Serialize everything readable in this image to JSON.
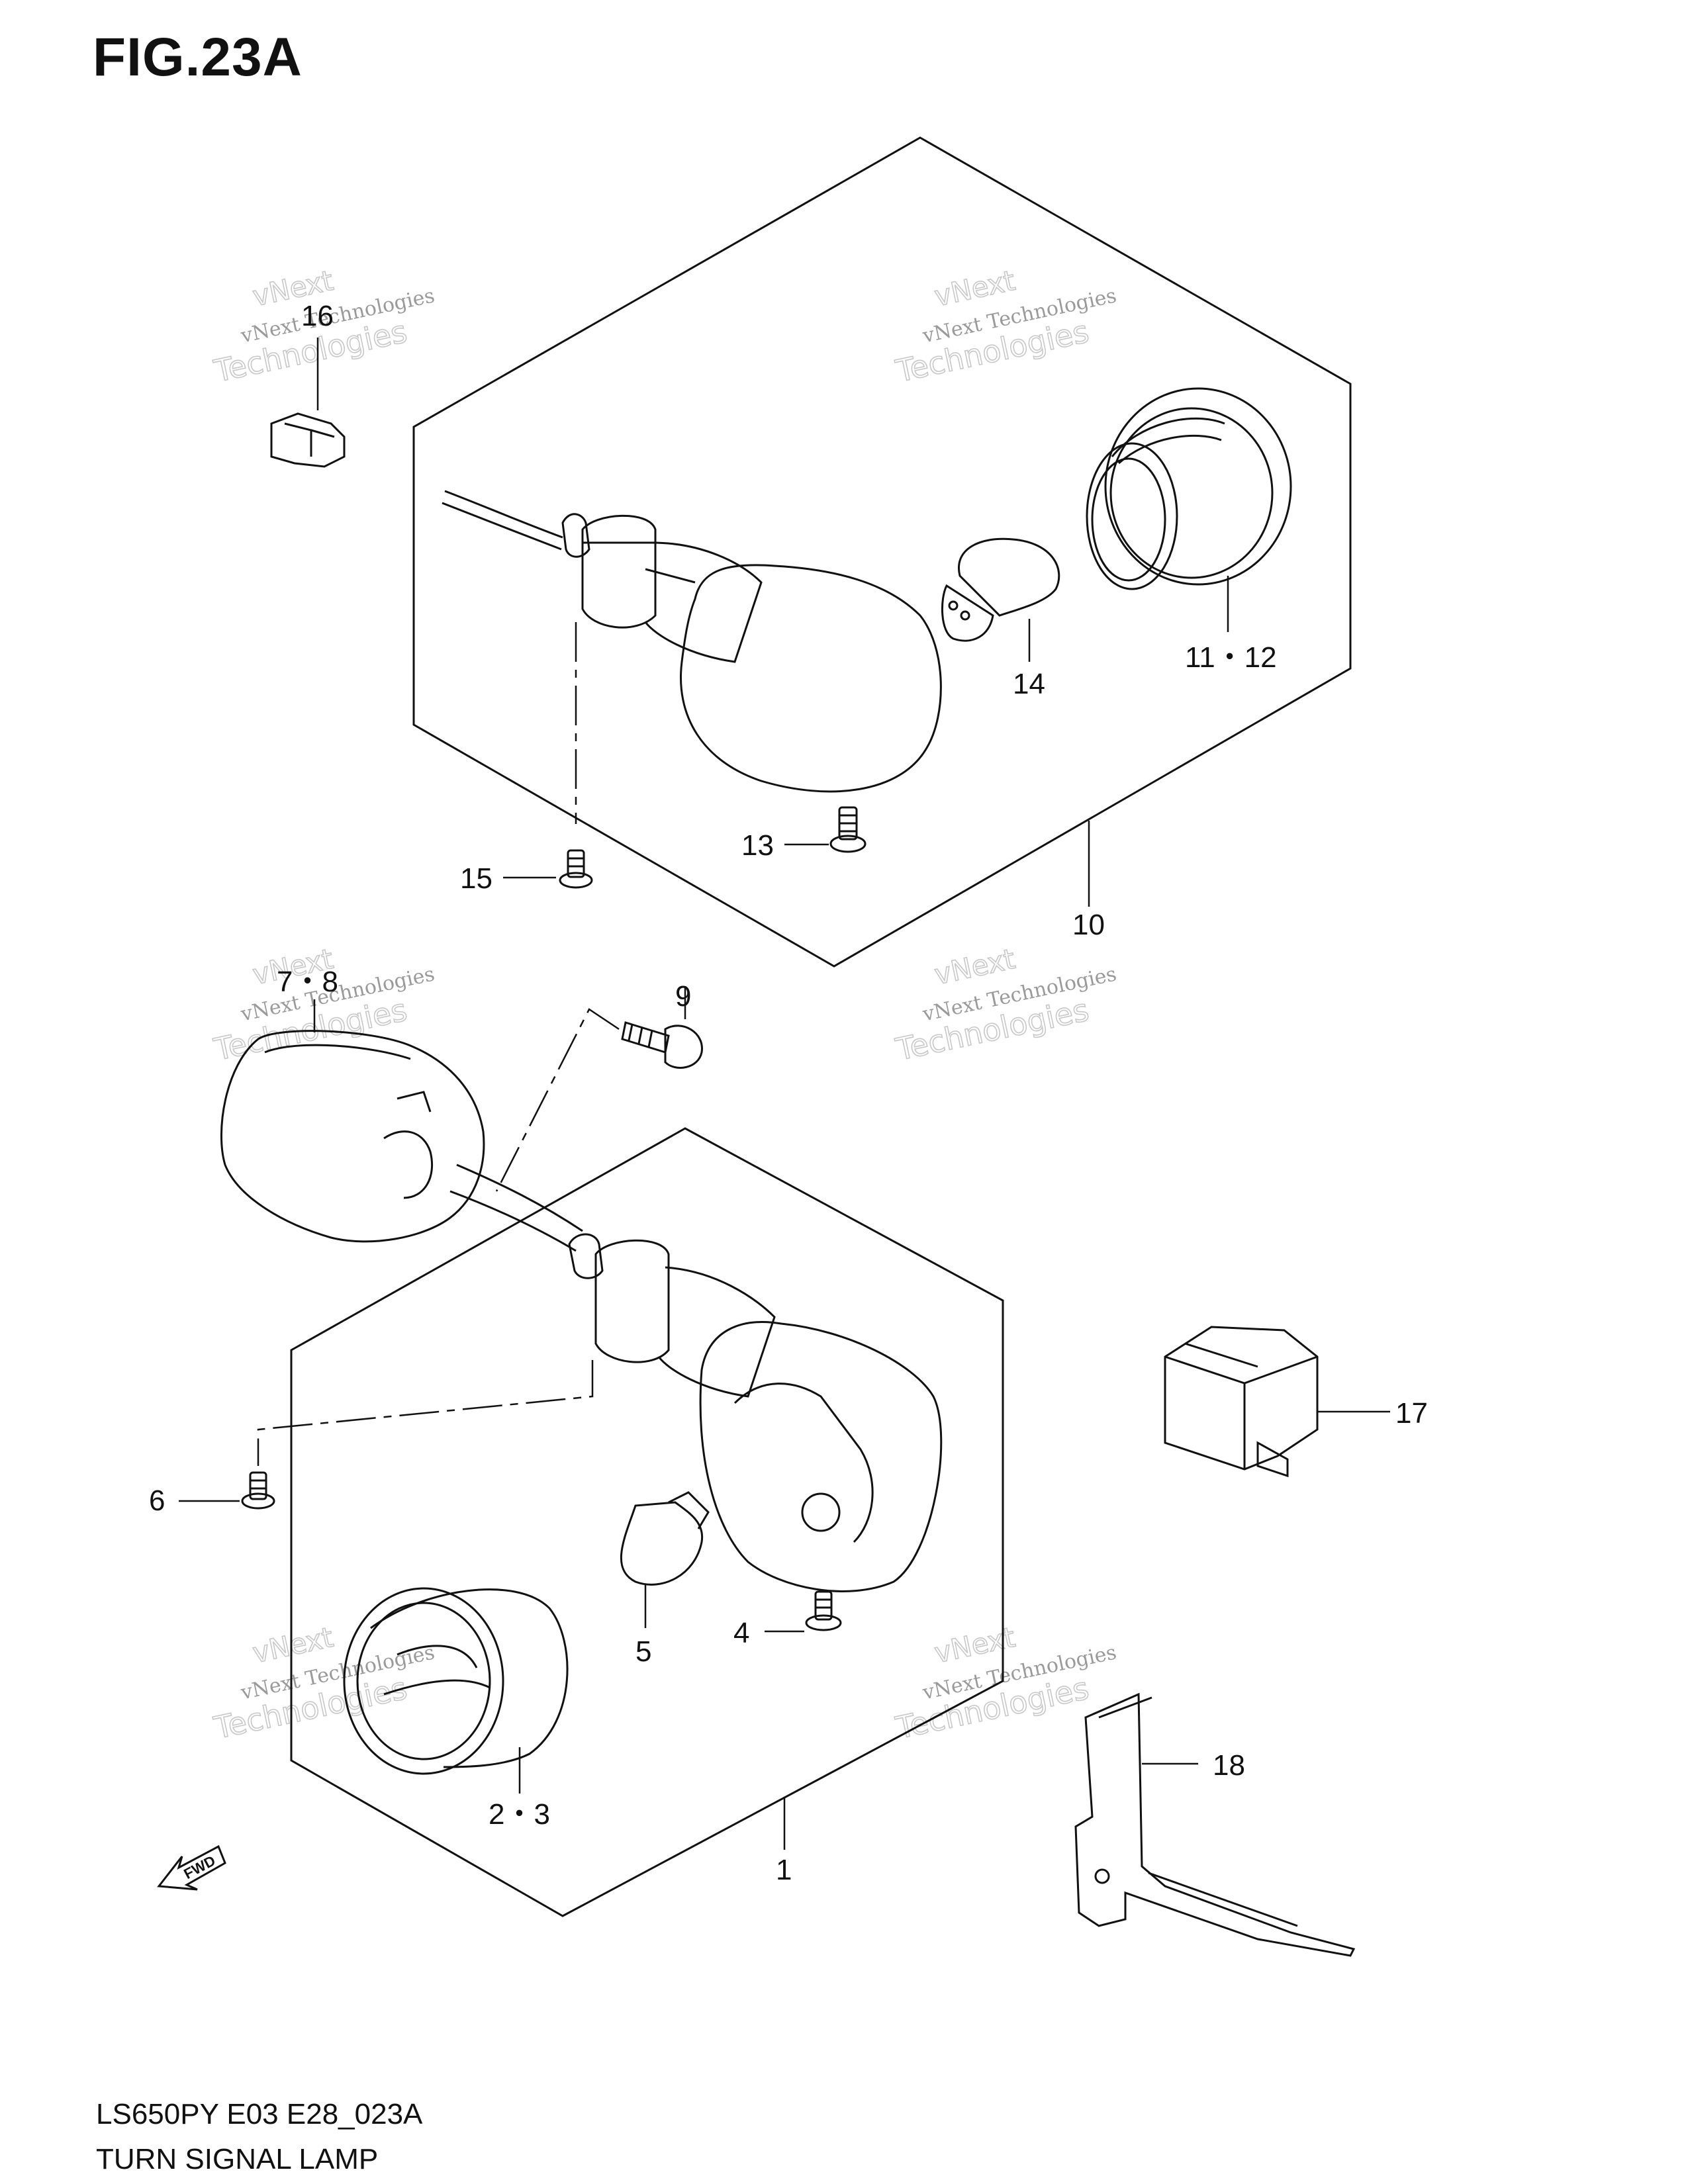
{
  "figure": {
    "title": "FIG.23A"
  },
  "footer": {
    "code": "LS650PY E03 E28_023A",
    "name": "TURN SIGNAL LAMP"
  },
  "watermark": {
    "line1": "vNext",
    "line2": "vNext Technologies",
    "line3": "Technologies"
  },
  "arrow": {
    "label": "FWD"
  },
  "callouts": {
    "c1": "1",
    "c2_3": "2・3",
    "c4": "4",
    "c5": "5",
    "c6": "6",
    "c7_8": "7・8",
    "c9": "9",
    "c10": "10",
    "c11_12": "11・12",
    "c13": "13",
    "c14": "14",
    "c15": "15",
    "c16": "16",
    "c17": "17",
    "c18": "18"
  }
}
